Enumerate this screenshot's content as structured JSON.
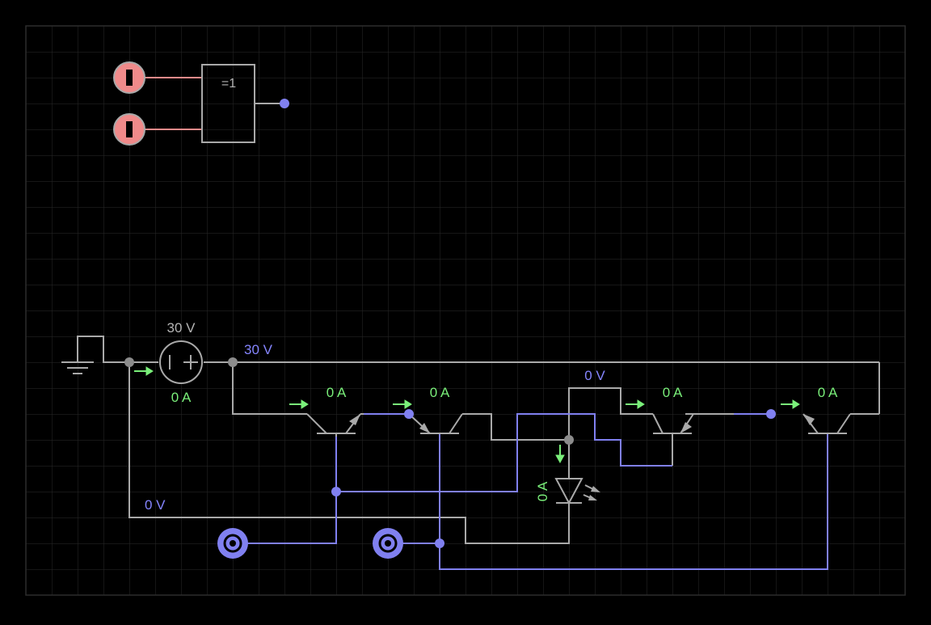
{
  "canvas": {
    "background": "#000000",
    "grid_color": "#232323",
    "board_border": "#2c2c2c"
  },
  "colors": {
    "wire": "#a9a9a9",
    "wire_active": "#8080f0",
    "wire_input": "#f08a8a",
    "current": "#7aef7a",
    "switch": "#f08a8a"
  },
  "logic": {
    "gate_label": "=1",
    "input_a": "switch",
    "input_b": "switch",
    "output": "probe"
  },
  "circuit": {
    "source_label": "30 V",
    "node_voltage": "30 V",
    "source_current": "0 A",
    "rail_voltage": "0 V",
    "collector_voltage": "0 V",
    "transistor_currents": [
      "0 A",
      "0 A",
      "0 A",
      "0 A"
    ],
    "led_current": "0 A",
    "inputs": [
      "input-probe",
      "input-probe"
    ]
  }
}
